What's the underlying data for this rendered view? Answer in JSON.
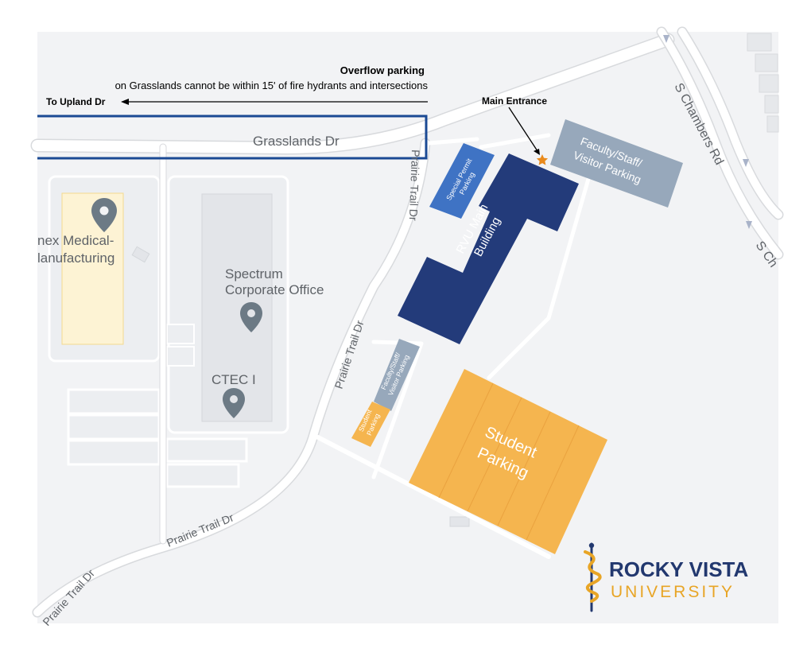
{
  "notice": {
    "title": "Overflow parking",
    "detail": "on Grasslands cannot be within 15' of fire hydrants and intersections"
  },
  "directions": {
    "upland": "To Upland Dr",
    "main_entrance": "Main Entrance"
  },
  "roads": {
    "grasslands": "Grasslands Dr",
    "chambers": "S Chambers Rd",
    "chambers_partial": "S Ch",
    "prairie_trail_1": "Prairie Trail Dr",
    "prairie_trail_2": "Prairie Trail Dr",
    "prairie_trail_3": "Prairie Trail Dr",
    "prairie_trail_4": "Prairie Trail Dr"
  },
  "places": {
    "medical_line1": "nex Medical-",
    "medical_line2": "lanufacturing",
    "spectrum_line1": "Spectrum",
    "spectrum_line2": "Corporate Office",
    "ctec": "CTEC I"
  },
  "lots": {
    "special_permit_line1": "Special Permit",
    "special_permit_line2": "Parking",
    "faculty_top_line1": "Faculty/Staff/",
    "faculty_top_line2": "Visitor Parking",
    "faculty_small_line1": "Faculty/Staff/",
    "faculty_small_line2": "Visitor Parking",
    "student_small_line1": "Student",
    "student_small_line2": "Parking",
    "student_large_line1": "Student",
    "student_large_line2": "Parking"
  },
  "building": {
    "line1": "RVU Main",
    "line2": "Building"
  },
  "logo": {
    "line1": "ROCKY VISTA",
    "line2": "UNIVERSITY"
  },
  "colors": {
    "map_bg": "#f2f3f5",
    "road": "#ffffff",
    "road_edge": "#d8dadd",
    "building_dark": "#233b7a",
    "special_permit": "#3f73c4",
    "faculty": "#97a8bb",
    "student": "#f5b54f",
    "overflow_outline": "#1b4a94",
    "entrance_star": "#e98a1c",
    "logo_navy": "#22386f",
    "logo_gold": "#e8a526",
    "pin": "#6c7a85"
  },
  "icons": {
    "pin": "map-pin-icon",
    "star": "star-icon",
    "caduceus": "caduceus-icon"
  }
}
